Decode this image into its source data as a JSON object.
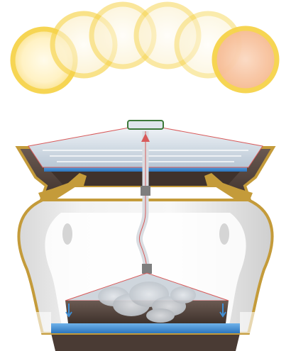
{
  "diagram": {
    "colors": {
      "background": "#ffffff",
      "sun_yellow": "#f6d34a",
      "sun_center": "#fff7d6",
      "sun_last_fill": "#f7c7a8",
      "gold_trim": "#c49b3a",
      "vessel_body": "#e9e9e9",
      "water_blue": "#3f8fd6",
      "dark_brown": "#4a3b34",
      "lid_light": "#d7dde4",
      "pipe_red": "#d85a5a",
      "steam_grey": "#c7ccd1"
    },
    "sun_positions": [
      "sun-1",
      "sun-2",
      "sun-3",
      "sun-4",
      "sun-5",
      "sun-6"
    ],
    "components": [
      "lid-cone",
      "upper-water-tray",
      "central-pipe",
      "lower-evaporation-tray",
      "vessel-body",
      "steam-cloud"
    ]
  }
}
